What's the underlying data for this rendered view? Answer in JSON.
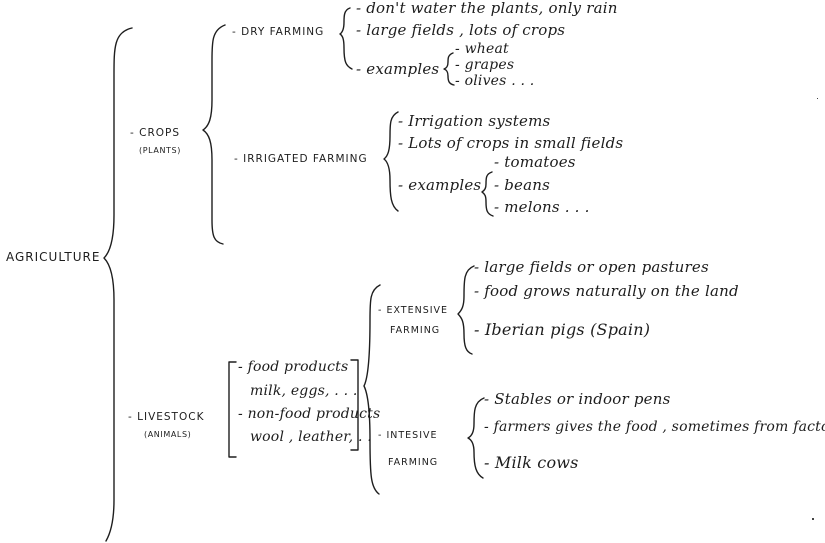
{
  "root": {
    "label": "AGRICULTURE"
  },
  "crops": {
    "label": "- CROPS",
    "sub": "(PLANTS)",
    "dry": {
      "label": "- DRY  FARMING",
      "items": [
        "- don't water the plants, only rain",
        "- large fields , lots of crops"
      ],
      "examples_label": "- examples",
      "examples": [
        "- wheat",
        "- grapes",
        "- olives . . ."
      ]
    },
    "irrigated": {
      "label": "- IRRIGATED  FARMING",
      "items": [
        "- Irrigation  systems",
        "- Lots of crops  in  small  fields"
      ],
      "examples_label": "- examples",
      "examples": [
        "- tomatoes",
        "- beans",
        "- melons  . . ."
      ]
    }
  },
  "livestock": {
    "label": "- LIVESTOCK",
    "sub": "(ANIMALS)",
    "products": [
      "- food products",
      "milk, eggs, . . .",
      "- non-food products",
      "wool , leather, . ."
    ],
    "extensive": {
      "label": "- EXTENSIVE",
      "label2": "FARMING",
      "items": [
        "- large fields or open pastures",
        "- food grows naturally on the land",
        "- Iberian pigs (Spain)"
      ]
    },
    "intensive": {
      "label": "- INTESIVE",
      "label2": "FARMING",
      "items": [
        "- Stables or indoor pens",
        "- farmers gives the food , sometimes from factories",
        "- Milk  cows"
      ]
    }
  }
}
